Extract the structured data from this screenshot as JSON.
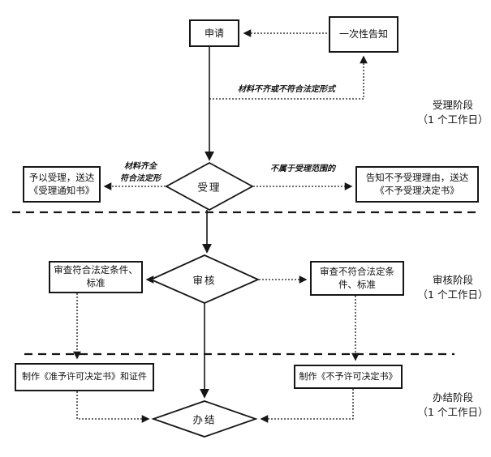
{
  "flowchart": {
    "nodes": {
      "apply": "申请",
      "one_time_notice": "一次性告知",
      "accept": "受理",
      "grant_accept": "予以受理，送达《受理通知书》",
      "reject_accept": "告知不予受理理由，送达《不予受理决定书》",
      "review": "审核",
      "review_pass": "审查符合法定条件、标准",
      "review_fail": "审查不符合法定条件、标准",
      "make_permit": "制作《准予许可决定书》和证件",
      "make_denial": "制作《不予许可决定书》",
      "finish": "办结"
    },
    "edge_labels": {
      "materials_incomplete": "材料不齐或不符合法定形式",
      "materials_complete_line1": "材料齐全",
      "materials_complete_line2": "符合法定形",
      "not_in_scope": "不属于受理范围的"
    },
    "stages": [
      {
        "name": "受理阶段",
        "duration": "（1 个工作日）"
      },
      {
        "name": "审核阶段",
        "duration": "（1 个工作日）"
      },
      {
        "name": "办结阶段",
        "duration": "（1 个工作日）"
      }
    ],
    "colors": {
      "line": "#161616",
      "background": "#ffffff"
    }
  }
}
